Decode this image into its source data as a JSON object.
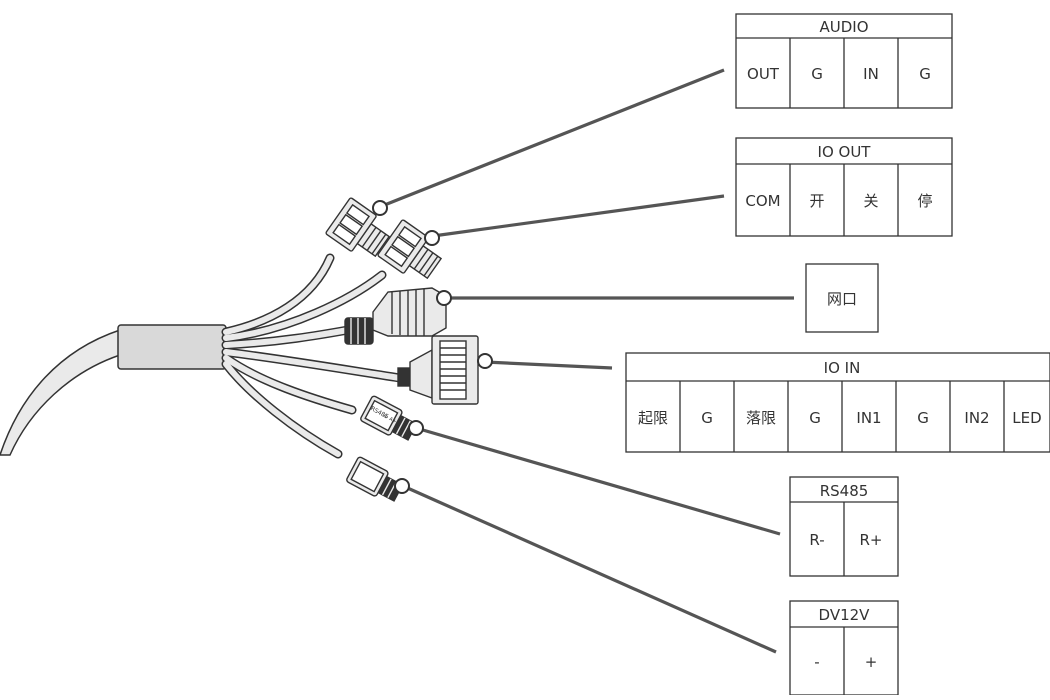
{
  "diagram": {
    "colors": {
      "cable_fill": "#eaeaea",
      "cable_outline": "#333333",
      "leader_line": "#555555",
      "box_border": "#333333",
      "text": "#333333"
    },
    "connectors": {
      "audio": {
        "title": "AUDIO",
        "pins": [
          "OUT",
          "G",
          "IN",
          "G"
        ]
      },
      "io_out": {
        "title": "IO OUT",
        "pins": [
          "COM",
          "开",
          "关",
          "停"
        ]
      },
      "network": {
        "title": "网口"
      },
      "io_in": {
        "title": "IO IN",
        "pins": [
          "起限",
          "G",
          "落限",
          "G",
          "IN1",
          "G",
          "IN2",
          "LED"
        ]
      },
      "rs485": {
        "title": "RS485",
        "pins": [
          "R-",
          "R+"
        ]
      },
      "dc12v": {
        "title": "DV12V",
        "pins": [
          "-",
          "+"
        ]
      }
    },
    "plug_marks": {
      "rs485_label": "RS485",
      "rs485_pins": "A- A+"
    }
  }
}
